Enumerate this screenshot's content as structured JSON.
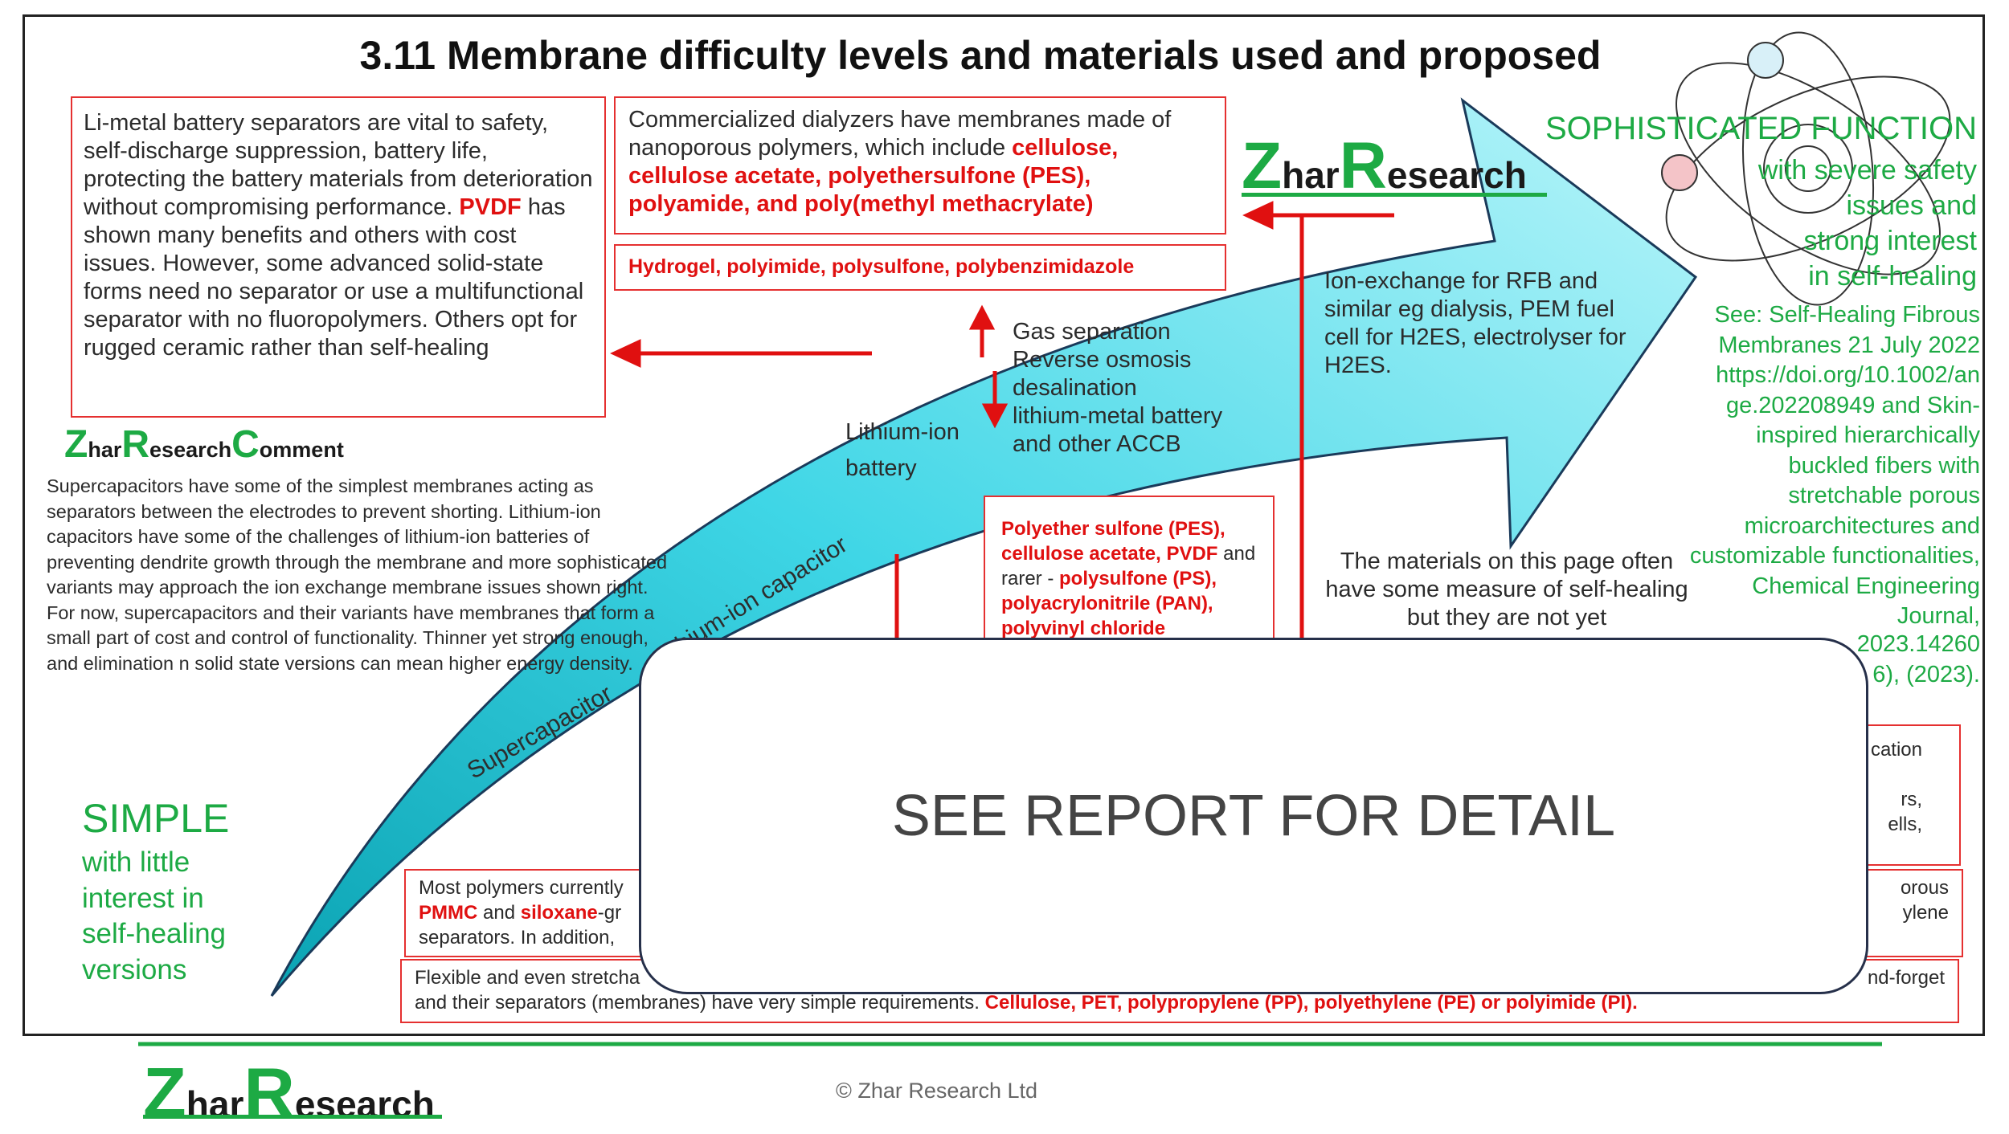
{
  "title": "3.11 Membrane difficulty levels and materials used and proposed",
  "logo": {
    "z": "Z",
    "har": "har",
    "r": "R",
    "esearch": "esearch",
    "c": "C",
    "omment": "omment"
  },
  "left_box": {
    "pre": "Li-metal battery separators are vital to safety, self-discharge suppression, battery life, protecting the battery materials from deterioration without compromising performance. ",
    "hl": "PVDF",
    "post": " has shown many benefits and others with cost issues. However, some advanced solid-state forms need no separator or use a multifunctional separator with no fluoropolymers. Others opt for rugged ceramic rather than self-healing"
  },
  "dialyzer_box": {
    "pre": "Commercialized dialyzers have membranes made of nanoporous polymers, which include ",
    "hl": "cellulose, cellulose acetate, polyethersulfone (PES), polyamide, and poly(methyl methacrylate)"
  },
  "hydrogel_box": "Hydrogel, polyimide, polysulfone, polybenzimidazole",
  "gas_text": "Gas separation\nReverse osmosis\ndesalination\nlithium-metal battery\nand other ACCB",
  "ion_text": "Ion-exchange for RFB and similar eg dialysis, PEM fuel cell for H2ES, electrolyser for H2ES.",
  "lithium_label": "Lithium-ion\nbattery",
  "arrow_labels": {
    "supercap": "Supercapacitor",
    "li_cap": "Lithium-ion capacitor"
  },
  "pes_box": {
    "a": "Polyether sulfone (PES), cellulose acetate, PVDF",
    "b": " and rarer - ",
    "c": "polysulfone (PS), polyacrylonitrile (PAN), polyvinyl chloride"
  },
  "materials_text": "The materials on this page often have some measure of self-healing but they are not yet",
  "sophisticated": {
    "head": "SOPHISTICATED FUNCTION",
    "sub": "with severe safety\nissues and\nstrong interest\nin self-healing",
    "see": "See: Self-Healing Fibrous Membranes 21 July 2022 https://doi.org/10.1002/an ge.202208949 and Skin-inspired hierarchically buckled fibers with stretchable porous microarchitectures and customizable functionalities, Chemical Engineering Journal,",
    "tail1": "2023.14260",
    "tail2": "6), (2023)."
  },
  "comment": "Supercapacitors have some of the simplest membranes acting as separators between the electrodes to prevent shorting. Lithium-ion capacitors have some of the challenges of lithium-ion batteries of preventing dendrite growth through the membrane and more sophisticated variants may approach the ion exchange membrane issues shown right. For now, supercapacitors and their variants have membranes that form a small part of cost and control of functionality. Thinner yet strong enough, and elimination n solid state versions can mean higher energy density.",
  "simple": {
    "head": "SIMPLE",
    "sub": "with little\ninterest in\nself-healing\nversions"
  },
  "bottom_box1": {
    "a": "Most polymers currently",
    "b": "PMMC",
    "c": " and ",
    "d": "siloxane",
    "e": "-gr",
    "f": "separators. In addition,",
    "r1": "orous",
    "r2": "ylene"
  },
  "bottom_box2": {
    "a": "Flexible and even stretcha",
    "r": "nd-forget",
    "b": "and their separators (membranes) have very simple requirements. ",
    "hl": "Cellulose, PET, polypropylene (PP), polyethylene (PE) or polyimide (PI)."
  },
  "right_box": {
    "a": "cation",
    "b": "rs,",
    "c": "ells,"
  },
  "overlay": "SEE REPORT FOR DETAIL",
  "copyright": "© Zhar Research Ltd",
  "colors": {
    "accent_red": "#e53030",
    "brand_green": "#1daa44",
    "arrow_cyan": "#3fd6e6"
  }
}
